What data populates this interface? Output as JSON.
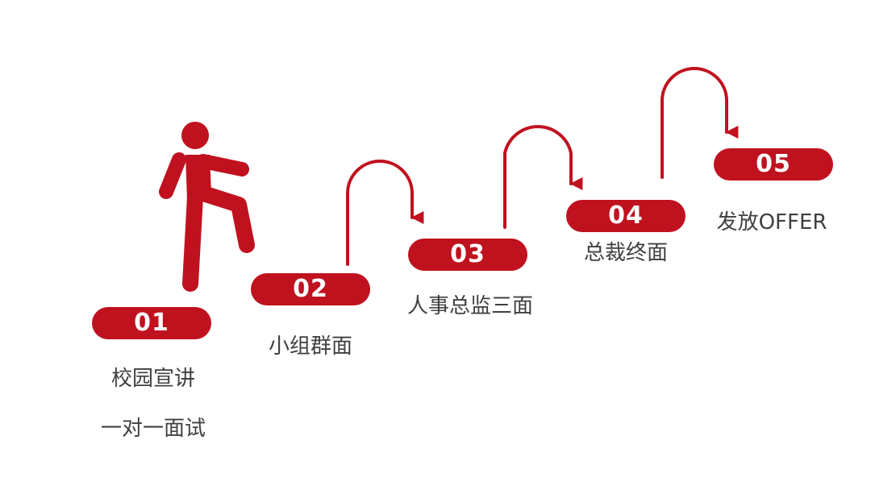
{
  "accent_color": "#c0111f",
  "text_color": "#404040",
  "steps": [
    {
      "number": "01",
      "labels": [
        "校园宣讲",
        "一对一面试"
      ]
    },
    {
      "number": "02",
      "labels": [
        "小组群面"
      ]
    },
    {
      "number": "03",
      "labels": [
        "人事总监三面"
      ]
    },
    {
      "number": "04",
      "labels": [
        "总裁终面"
      ]
    },
    {
      "number": "05",
      "labels": [
        "发放OFFER"
      ]
    }
  ],
  "figure_icon": "walking-up-stairs-person-icon",
  "connector_icon": "curved-arrow-icon"
}
